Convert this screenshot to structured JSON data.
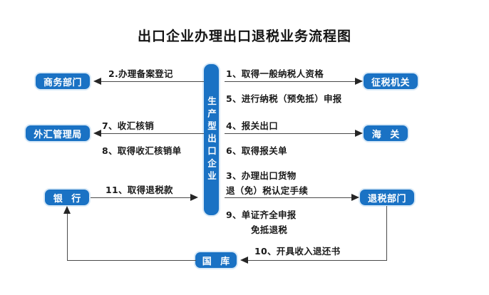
{
  "diagram": {
    "title": "出口企业办理出口退税业务流程图",
    "center_node": "生产型出口企业",
    "nodes": {
      "commerce": "商务部门",
      "tax_collection": "征税机关",
      "forex": "外汇管理局",
      "customs": "海 关",
      "bank": "银 行",
      "refund_dept": "退税部门",
      "treasury": "国 库"
    },
    "edges": [
      {
        "id": "e2",
        "label": "2.办理备案登记",
        "direction": "left"
      },
      {
        "id": "e1",
        "label": "1、取得一般纳税人资格",
        "direction": "right"
      },
      {
        "id": "e5",
        "label": "5、进行纳税（预免抵）申报",
        "direction": "right"
      },
      {
        "id": "e7",
        "label": "7、收汇核销",
        "direction": "left"
      },
      {
        "id": "e8",
        "label": "8、取得收汇核销单",
        "direction": "left"
      },
      {
        "id": "e4",
        "label": "4、报关出口",
        "direction": "right"
      },
      {
        "id": "e6",
        "label": "6、取得报关单",
        "direction": "right"
      },
      {
        "id": "e3a",
        "label": "3、办理出口货物",
        "direction": "right"
      },
      {
        "id": "e3b",
        "label": "退（免）税认定手续",
        "direction": "right"
      },
      {
        "id": "e9a",
        "label": "9、单证齐全申报",
        "direction": "right"
      },
      {
        "id": "e9b",
        "label": "免抵退税",
        "direction": "right"
      },
      {
        "id": "e11",
        "label": "11、取得退税款",
        "direction": "right"
      },
      {
        "id": "e10",
        "label": "10、开具收入退还书",
        "direction": "left"
      }
    ],
    "colors": {
      "node_fill": "#1a72c4",
      "node_glow": "#d8e9f7",
      "node_text": "#ffffff",
      "line": "#4a4a4a",
      "arrow": "#262626",
      "label_text": "#1a1a1a",
      "background": "#ffffff"
    }
  }
}
